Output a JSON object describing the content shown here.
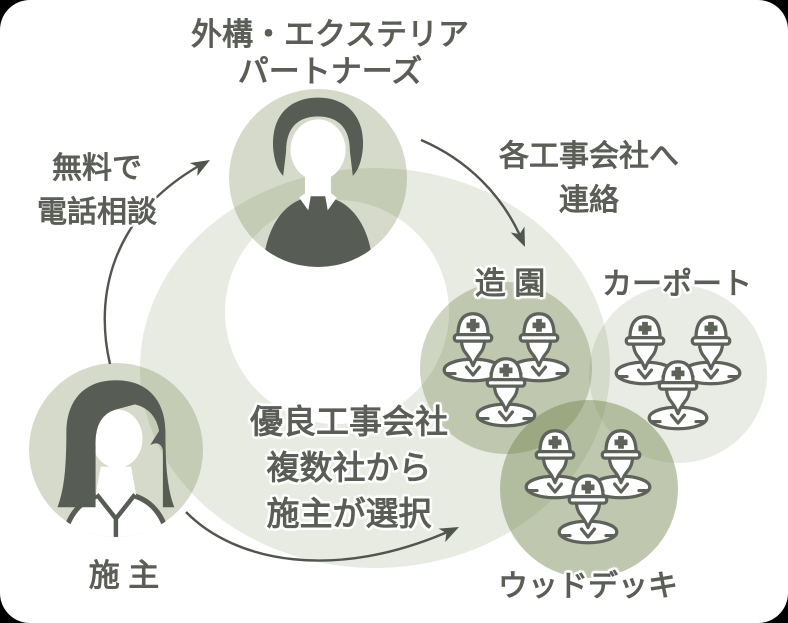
{
  "colors": {
    "page_bg": "#000000",
    "canvas": "#ffffff",
    "ink": "#5a5e57",
    "icon": "#575c55",
    "worker_outline": "#5d625a",
    "arrow": "#50554e",
    "ring": "rgba(109,129,72,0.16)",
    "circle_partner": "rgba(109,129,72,0.29)",
    "circle_owner": "rgba(109,129,72,0.29)",
    "circle_zouen": "rgba(109,129,72,0.33)",
    "circle_carport": "rgba(109,129,72,0.15)",
    "circle_wooddeck": "rgba(109,129,72,0.44)"
  },
  "diagram": {
    "title": {
      "line1": "外構・エクステリア",
      "line2": "パートナーズ"
    },
    "annotations": {
      "free_call": {
        "line1": "無料で",
        "line2": "電話相談"
      },
      "contact": {
        "line1": "各工事会社へ",
        "line2": "連絡"
      },
      "selection": {
        "line1": "優良工事会社",
        "line2": "複数社から",
        "line3": "施主が選択"
      }
    },
    "nodes": {
      "owner": "施 主",
      "zouen": "造 園",
      "carport": "カーポート",
      "wooddeck": "ウッドデッキ"
    },
    "icons": {
      "partner": "businessman-icon",
      "owner": "woman-icon",
      "company": "construction-worker-icon"
    }
  }
}
